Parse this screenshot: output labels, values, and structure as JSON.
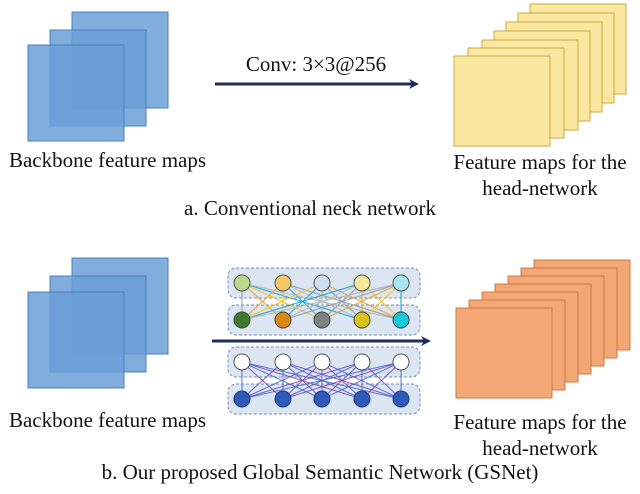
{
  "panel_a": {
    "backbone_label": "Backbone feature maps",
    "arrow_label": "Conv: 3×3@256",
    "output_label_line1": "Feature maps for the",
    "output_label_line2": "head-network",
    "caption": "a. Conventional neck network"
  },
  "panel_b": {
    "backbone_label": "Backbone feature maps",
    "output_label_line1": "Feature maps for the",
    "output_label_line2": "head-network",
    "caption": "b. Our proposed Global Semantic Network (GSNet)"
  },
  "colors": {
    "blue_map_fill": "#6b9fd6",
    "blue_map_stroke": "#4a7fbf",
    "yellow_map_fill": "#fce7a0",
    "yellow_map_stroke": "#c9a93d",
    "orange_map_fill": "#f3a775",
    "orange_map_stroke": "#c97a45",
    "arrow": "#1f2d5c",
    "module_bg": "#dbe6f2",
    "module_border": "#7b8fb0"
  }
}
